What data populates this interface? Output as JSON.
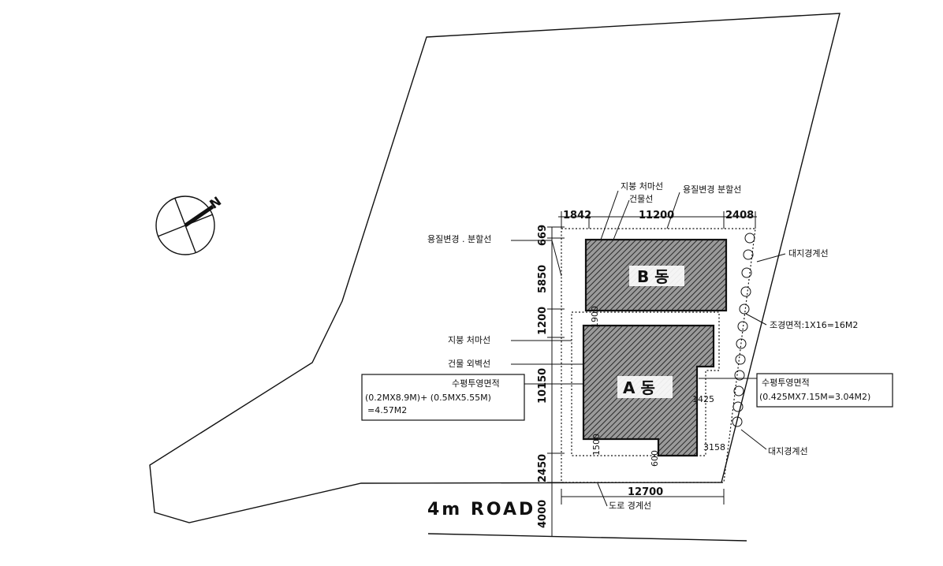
{
  "drawing": {
    "road_label": "4m ROAD",
    "north_mark": "N",
    "buildings": {
      "a": "A 동",
      "b": "B 동"
    },
    "dimensions": {
      "top_1": "1842",
      "top_2": "11200",
      "top_3": "2408",
      "bottom": "12700",
      "left_1": "669",
      "left_2": "5850",
      "left_3": "1200",
      "left_4": "10150",
      "left_5": "2450",
      "left_6": "4000",
      "inner_1": "1900",
      "inner_2": "1425",
      "inner_3": "3158",
      "inner_4": "1500",
      "inner_5": "600"
    },
    "labels": {
      "roof_line_top": "지붕 처마선",
      "building_line_top": "건물선",
      "zoning_top": "용질변경 분할선",
      "zoning_left": "용질변경 . 분할선",
      "roof_line_left": "지붕 처마선",
      "outer_wall": "건물 외벽선",
      "site_boundary_top": "대지경계선",
      "landscape_area": "조경면적:1X16=16M2",
      "site_boundary_bottom": "대지경계선",
      "road_boundary": "도로 경계선"
    },
    "callouts": {
      "left": {
        "title": "수평투영면적",
        "line1": "(0.2MX8.9M)+ (0.5MX5.55M)",
        "line2": "=4.57M2"
      },
      "right": {
        "title": "수평투영면적",
        "line1": "(0.425MX7.15M=3.04M2)"
      }
    }
  }
}
